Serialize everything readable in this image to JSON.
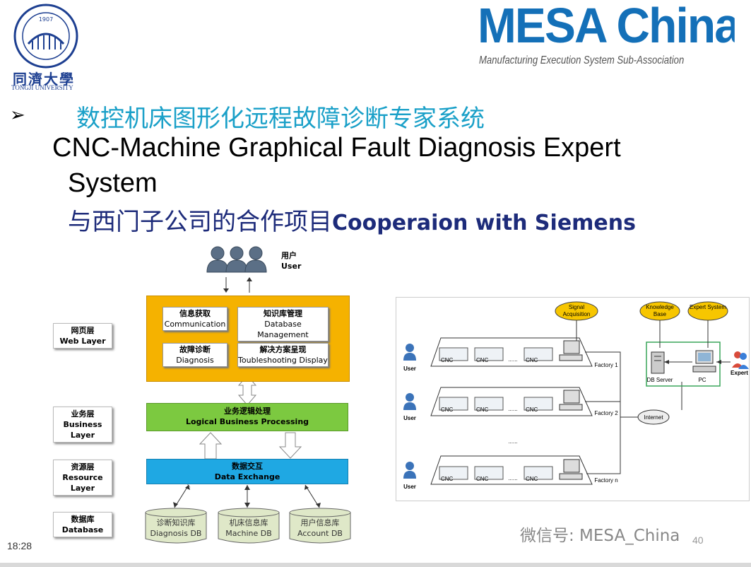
{
  "header": {
    "university_cn": "同濟大學",
    "university_en": "TONGJI UNIVERSITY",
    "seal_text": "1907 TONGJI UNIVERSITY",
    "mesa_logo": "MESA China",
    "mesa_sub": "Manufacturing Execution System Sub-Association"
  },
  "slide": {
    "bullet": "➢",
    "title_cn": "数控机床图形化远程故障诊断专家系统",
    "title_en_line1": "CNC-Machine Graphical Fault Diagnosis Expert",
    "title_en_line2": "System",
    "coop_cn": "与西门子公司的合作项目",
    "coop_en": "Cooperaion with Siemens"
  },
  "arch": {
    "user_cn": "用户",
    "user_en": "User",
    "layers": [
      {
        "cn": "网页层",
        "en": "Web Layer"
      },
      {
        "cn": "业务层",
        "en": "Business Layer"
      },
      {
        "cn": "资源层",
        "en": "Resource Layer"
      },
      {
        "cn": "数据库",
        "en": "Database"
      }
    ],
    "web_modules": [
      {
        "cn": "信息获取",
        "en": "Communication"
      },
      {
        "cn": "知识库管理",
        "en": "Database Management"
      },
      {
        "cn": "故障诊断",
        "en": "Diagnosis"
      },
      {
        "cn": "解决方案呈现",
        "en": "Toubleshooting Display"
      }
    ],
    "logic": {
      "cn": "业务逻辑处理",
      "en": "Logical Business Processing"
    },
    "data_exchange": {
      "cn": "数据交互",
      "en": "Data Exchange"
    },
    "databases": [
      {
        "cn": "诊断知识库",
        "en": "Diagnosis DB"
      },
      {
        "cn": "机床信息库",
        "en": "Machine DB"
      },
      {
        "cn": "用户信息库",
        "en": "Account DB"
      }
    ]
  },
  "network": {
    "signal": "Signal Acquisition",
    "knowledge": "Knowledge Base",
    "expert_system": "Expert System",
    "db_server": "DB Server",
    "pc": "PC",
    "expert": "Expert",
    "internet": "Internet",
    "user": "User",
    "cnc": "CNC",
    "ellipsis": "......",
    "factories": [
      "Factory 1",
      "Factory 2",
      "Factory n"
    ]
  },
  "footer": {
    "time": "18:28",
    "page": "40",
    "watermark": "微信号: MESA_China"
  },
  "colors": {
    "web_layer": "#f5b200",
    "logic_layer": "#7cc940",
    "data_layer": "#1fa8e3",
    "title_cn": "#1aa0c8",
    "coop": "#1d2b7a",
    "bubble": "#f7c600",
    "tongji_blue": "#1d3f91",
    "mesa_blue": "#1470b8"
  }
}
